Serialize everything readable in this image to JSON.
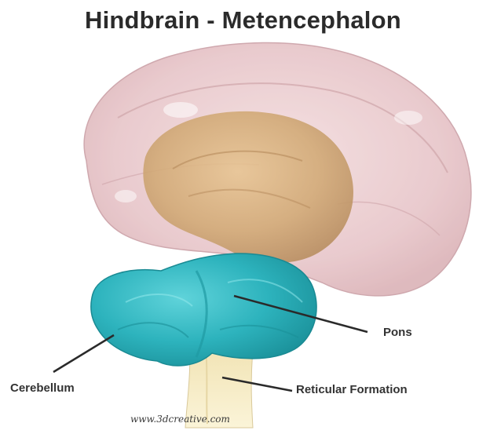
{
  "title": "Hindbrain - Metencephalon",
  "labels": {
    "pons": "Pons",
    "cerebellum": "Cerebellum",
    "reticular_formation": "Reticular Formation"
  },
  "watermark": "www.3dcreative.com",
  "colors": {
    "cerebrum": "#e9c9cc",
    "diencephalon": "#d4b07e",
    "hindbrain": "#2fb6c0",
    "brainstem": "#f1e6b8",
    "title_text": "#2b2b2b",
    "label_text": "#333333"
  }
}
